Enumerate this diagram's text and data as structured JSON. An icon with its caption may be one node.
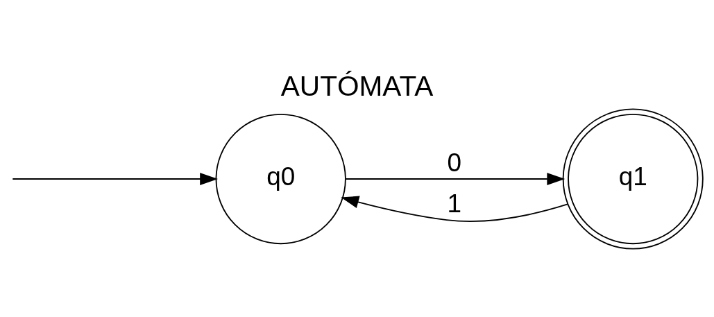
{
  "diagram": {
    "title": "AUTÓMATA",
    "nodes": [
      {
        "text": [
          "q0"
        ]
      },
      {
        "text": [
          "q1"
        ]
      }
    ],
    "edges": [
      {
        "from": null,
        "to": 0,
        "arrow": "to"
      },
      {
        "from": 0,
        "to": 1,
        "arrow": "to",
        "label": "0"
      },
      {
        "from": 1,
        "to": 0,
        "arrow": "to",
        "label": "1"
      }
    ]
  }
}
